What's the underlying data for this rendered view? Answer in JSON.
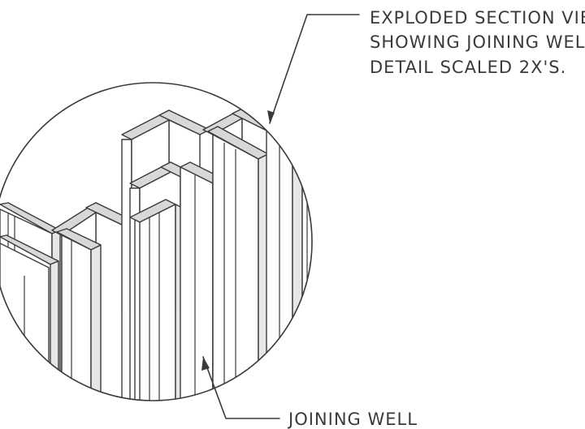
{
  "callouts": {
    "detail_note": {
      "line1": "EXPLODED SECTION VIEW",
      "line2": "SHOWING JOINING WELL",
      "line3": "DETAIL SCALED 2X'S."
    },
    "joining_well": {
      "label": "JOINING WELL"
    }
  }
}
